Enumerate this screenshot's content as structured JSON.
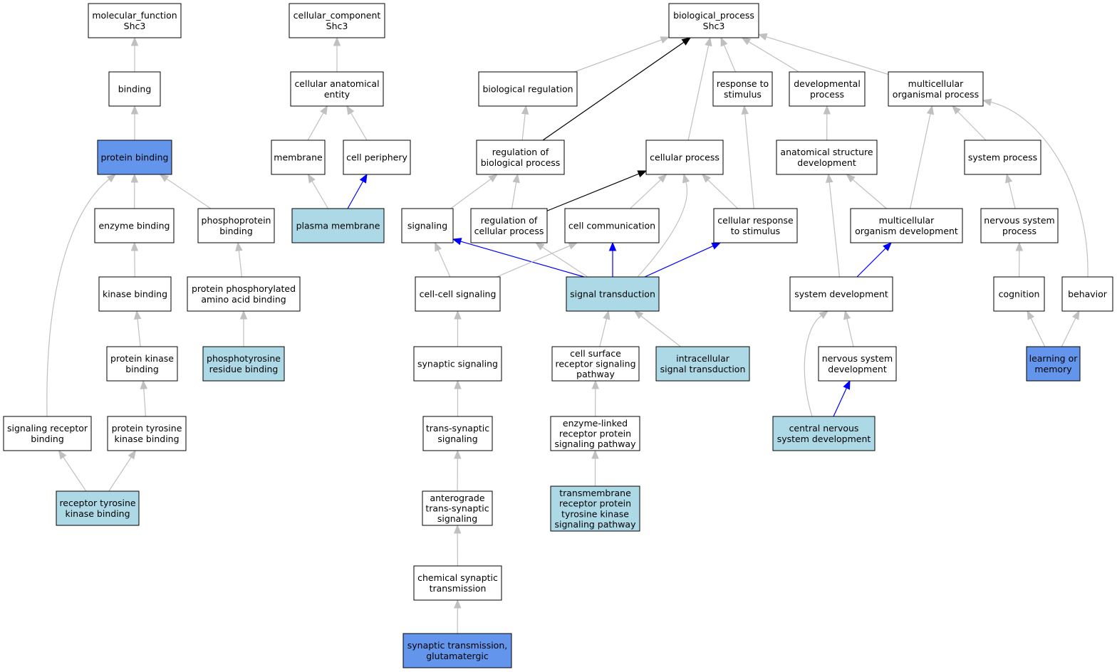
{
  "colors": {
    "default_fill": "#ffffff",
    "light_fill": "#add8e6",
    "dark_fill": "#6495ed",
    "gray_edge": "#c0c0c0",
    "black_edge": "#000000",
    "blue_edge": "#0000ff"
  },
  "nodes": {
    "mf": {
      "lines": [
        "molecular_function",
        "Shc3"
      ],
      "fill": "default"
    },
    "binding": {
      "lines": [
        "binding"
      ],
      "fill": "default"
    },
    "protein_binding": {
      "lines": [
        "protein binding"
      ],
      "fill": "dark"
    },
    "enzyme_binding": {
      "lines": [
        "enzyme binding"
      ],
      "fill": "default"
    },
    "phosphoprotein_binding": {
      "lines": [
        "phosphoprotein",
        "binding"
      ],
      "fill": "default"
    },
    "kinase_binding": {
      "lines": [
        "kinase binding"
      ],
      "fill": "default"
    },
    "ppaab": {
      "lines": [
        "protein phosphorylated",
        "amino acid binding"
      ],
      "fill": "default"
    },
    "protein_kinase_binding": {
      "lines": [
        "protein kinase",
        "binding"
      ],
      "fill": "default"
    },
    "phosphotyrosine": {
      "lines": [
        "phosphotyrosine",
        "residue binding"
      ],
      "fill": "light"
    },
    "signaling_receptor_binding": {
      "lines": [
        "signaling receptor",
        "binding"
      ],
      "fill": "default"
    },
    "ptkb": {
      "lines": [
        "protein tyrosine",
        "kinase binding"
      ],
      "fill": "default"
    },
    "rtkb": {
      "lines": [
        "receptor tyrosine",
        "kinase binding"
      ],
      "fill": "light"
    },
    "cc": {
      "lines": [
        "cellular_component",
        "Shc3"
      ],
      "fill": "default"
    },
    "cae": {
      "lines": [
        "cellular anatomical",
        "entity"
      ],
      "fill": "default"
    },
    "membrane": {
      "lines": [
        "membrane"
      ],
      "fill": "default"
    },
    "cell_periphery": {
      "lines": [
        "cell periphery"
      ],
      "fill": "default"
    },
    "plasma_membrane": {
      "lines": [
        "plasma membrane"
      ],
      "fill": "light"
    },
    "bp": {
      "lines": [
        "biological_process",
        "Shc3"
      ],
      "fill": "default"
    },
    "bio_reg": {
      "lines": [
        "biological regulation"
      ],
      "fill": "default"
    },
    "resp_stim": {
      "lines": [
        "response to",
        "stimulus"
      ],
      "fill": "default"
    },
    "dev_proc": {
      "lines": [
        "developmental",
        "process"
      ],
      "fill": "default"
    },
    "multi_proc": {
      "lines": [
        "multicellular",
        "organismal process"
      ],
      "fill": "default"
    },
    "reg_bio": {
      "lines": [
        "regulation of",
        "biological process"
      ],
      "fill": "default"
    },
    "cell_proc": {
      "lines": [
        "cellular process"
      ],
      "fill": "default"
    },
    "asd": {
      "lines": [
        "anatomical structure",
        "development"
      ],
      "fill": "default"
    },
    "sys_proc": {
      "lines": [
        "system process"
      ],
      "fill": "default"
    },
    "signaling": {
      "lines": [
        "signaling"
      ],
      "fill": "default"
    },
    "reg_cell": {
      "lines": [
        "regulation of",
        "cellular process"
      ],
      "fill": "default"
    },
    "cell_comm": {
      "lines": [
        "cell communication"
      ],
      "fill": "default"
    },
    "cell_resp": {
      "lines": [
        "cellular response",
        "to stimulus"
      ],
      "fill": "default"
    },
    "mod": {
      "lines": [
        "multicellular",
        "organism development"
      ],
      "fill": "default"
    },
    "nsp": {
      "lines": [
        "nervous system",
        "process"
      ],
      "fill": "default"
    },
    "cell_cell": {
      "lines": [
        "cell-cell signaling"
      ],
      "fill": "default"
    },
    "sig_trans": {
      "lines": [
        "signal transduction"
      ],
      "fill": "light"
    },
    "sys_dev": {
      "lines": [
        "system development"
      ],
      "fill": "default"
    },
    "cognition": {
      "lines": [
        "cognition"
      ],
      "fill": "default"
    },
    "behavior": {
      "lines": [
        "behavior"
      ],
      "fill": "default"
    },
    "syn_sig": {
      "lines": [
        "synaptic signaling"
      ],
      "fill": "default"
    },
    "csrsp": {
      "lines": [
        "cell surface",
        "receptor signaling",
        "pathway"
      ],
      "fill": "default"
    },
    "intra": {
      "lines": [
        "intracellular",
        "signal transduction"
      ],
      "fill": "light"
    },
    "nsd": {
      "lines": [
        "nervous system",
        "development"
      ],
      "fill": "default"
    },
    "learning": {
      "lines": [
        "learning or",
        "memory"
      ],
      "fill": "dark"
    },
    "trans_syn": {
      "lines": [
        "trans-synaptic",
        "signaling"
      ],
      "fill": "default"
    },
    "elrsp": {
      "lines": [
        "enzyme-linked",
        "receptor protein",
        "signaling pathway"
      ],
      "fill": "default"
    },
    "cnsd": {
      "lines": [
        "central nervous",
        "system development"
      ],
      "fill": "light"
    },
    "antero": {
      "lines": [
        "anterograde",
        "trans-synaptic",
        "signaling"
      ],
      "fill": "default"
    },
    "tmrtk": {
      "lines": [
        "transmembrane",
        "receptor protein",
        "tyrosine kinase",
        "signaling pathway"
      ],
      "fill": "light"
    },
    "chem_syn": {
      "lines": [
        "chemical synaptic",
        "transmission"
      ],
      "fill": "default"
    },
    "syn_glut": {
      "lines": [
        "synaptic transmission,",
        "glutamatergic"
      ],
      "fill": "dark"
    }
  },
  "edges": [
    {
      "from": "binding",
      "to": "mf",
      "color": "gray"
    },
    {
      "from": "protein_binding",
      "to": "binding",
      "color": "gray"
    },
    {
      "from": "enzyme_binding",
      "to": "protein_binding",
      "color": "gray"
    },
    {
      "from": "phosphoprotein_binding",
      "to": "protein_binding",
      "color": "gray"
    },
    {
      "from": "signaling_receptor_binding",
      "to": "protein_binding",
      "color": "gray"
    },
    {
      "from": "kinase_binding",
      "to": "enzyme_binding",
      "color": "gray"
    },
    {
      "from": "ppaab",
      "to": "phosphoprotein_binding",
      "color": "gray"
    },
    {
      "from": "protein_kinase_binding",
      "to": "kinase_binding",
      "color": "gray"
    },
    {
      "from": "phosphotyrosine",
      "to": "ppaab",
      "color": "gray"
    },
    {
      "from": "ptkb",
      "to": "protein_kinase_binding",
      "color": "gray"
    },
    {
      "from": "rtkb",
      "to": "signaling_receptor_binding",
      "color": "gray"
    },
    {
      "from": "rtkb",
      "to": "ptkb",
      "color": "gray"
    },
    {
      "from": "cae",
      "to": "cc",
      "color": "gray"
    },
    {
      "from": "membrane",
      "to": "cae",
      "color": "gray"
    },
    {
      "from": "cell_periphery",
      "to": "cae",
      "color": "gray"
    },
    {
      "from": "plasma_membrane",
      "to": "membrane",
      "color": "gray"
    },
    {
      "from": "plasma_membrane",
      "to": "cell_periphery",
      "color": "blue"
    },
    {
      "from": "bio_reg",
      "to": "bp",
      "color": "gray"
    },
    {
      "from": "reg_bio",
      "to": "bp",
      "color": "black"
    },
    {
      "from": "cell_proc",
      "to": "bp",
      "color": "gray"
    },
    {
      "from": "resp_stim",
      "to": "bp",
      "color": "gray"
    },
    {
      "from": "dev_proc",
      "to": "bp",
      "color": "gray"
    },
    {
      "from": "multi_proc",
      "to": "bp",
      "color": "gray"
    },
    {
      "from": "reg_bio",
      "to": "bio_reg",
      "color": "gray"
    },
    {
      "from": "asd",
      "to": "dev_proc",
      "color": "gray"
    },
    {
      "from": "sys_proc",
      "to": "multi_proc",
      "color": "gray"
    },
    {
      "from": "mod",
      "to": "multi_proc",
      "color": "gray"
    },
    {
      "from": "behavior",
      "to": "multi_proc",
      "color": "gray"
    },
    {
      "from": "signaling",
      "to": "reg_bio",
      "color": "gray"
    },
    {
      "from": "reg_cell",
      "to": "reg_bio",
      "color": "gray"
    },
    {
      "from": "reg_cell",
      "to": "cell_proc",
      "color": "black"
    },
    {
      "from": "cell_comm",
      "to": "cell_proc",
      "color": "gray"
    },
    {
      "from": "cell_resp",
      "to": "cell_proc",
      "color": "gray"
    },
    {
      "from": "sig_trans",
      "to": "cell_proc",
      "color": "gray"
    },
    {
      "from": "cell_resp",
      "to": "resp_stim",
      "color": "gray"
    },
    {
      "from": "mod",
      "to": "asd",
      "color": "gray"
    },
    {
      "from": "sys_dev",
      "to": "asd",
      "color": "gray"
    },
    {
      "from": "nsp",
      "to": "sys_proc",
      "color": "gray"
    },
    {
      "from": "cell_cell",
      "to": "signaling",
      "color": "gray"
    },
    {
      "from": "sig_trans",
      "to": "signaling",
      "color": "blue"
    },
    {
      "from": "sig_trans",
      "to": "reg_cell",
      "color": "gray"
    },
    {
      "from": "cell_cell",
      "to": "cell_comm",
      "color": "gray"
    },
    {
      "from": "sig_trans",
      "to": "cell_comm",
      "color": "blue"
    },
    {
      "from": "sig_trans",
      "to": "cell_resp",
      "color": "blue"
    },
    {
      "from": "sys_dev",
      "to": "mod",
      "color": "blue"
    },
    {
      "from": "cognition",
      "to": "nsp",
      "color": "gray"
    },
    {
      "from": "syn_sig",
      "to": "cell_cell",
      "color": "gray"
    },
    {
      "from": "csrsp",
      "to": "sig_trans",
      "color": "gray"
    },
    {
      "from": "intra",
      "to": "sig_trans",
      "color": "gray"
    },
    {
      "from": "nsd",
      "to": "sys_dev",
      "color": "gray"
    },
    {
      "from": "cnsd",
      "to": "sys_dev",
      "color": "gray"
    },
    {
      "from": "learning",
      "to": "cognition",
      "color": "gray"
    },
    {
      "from": "learning",
      "to": "behavior",
      "color": "gray"
    },
    {
      "from": "trans_syn",
      "to": "syn_sig",
      "color": "gray"
    },
    {
      "from": "elrsp",
      "to": "csrsp",
      "color": "gray"
    },
    {
      "from": "cnsd",
      "to": "nsd",
      "color": "blue"
    },
    {
      "from": "antero",
      "to": "trans_syn",
      "color": "gray"
    },
    {
      "from": "tmrtk",
      "to": "elrsp",
      "color": "gray"
    },
    {
      "from": "chem_syn",
      "to": "antero",
      "color": "gray"
    },
    {
      "from": "syn_glut",
      "to": "chem_syn",
      "color": "gray"
    }
  ]
}
